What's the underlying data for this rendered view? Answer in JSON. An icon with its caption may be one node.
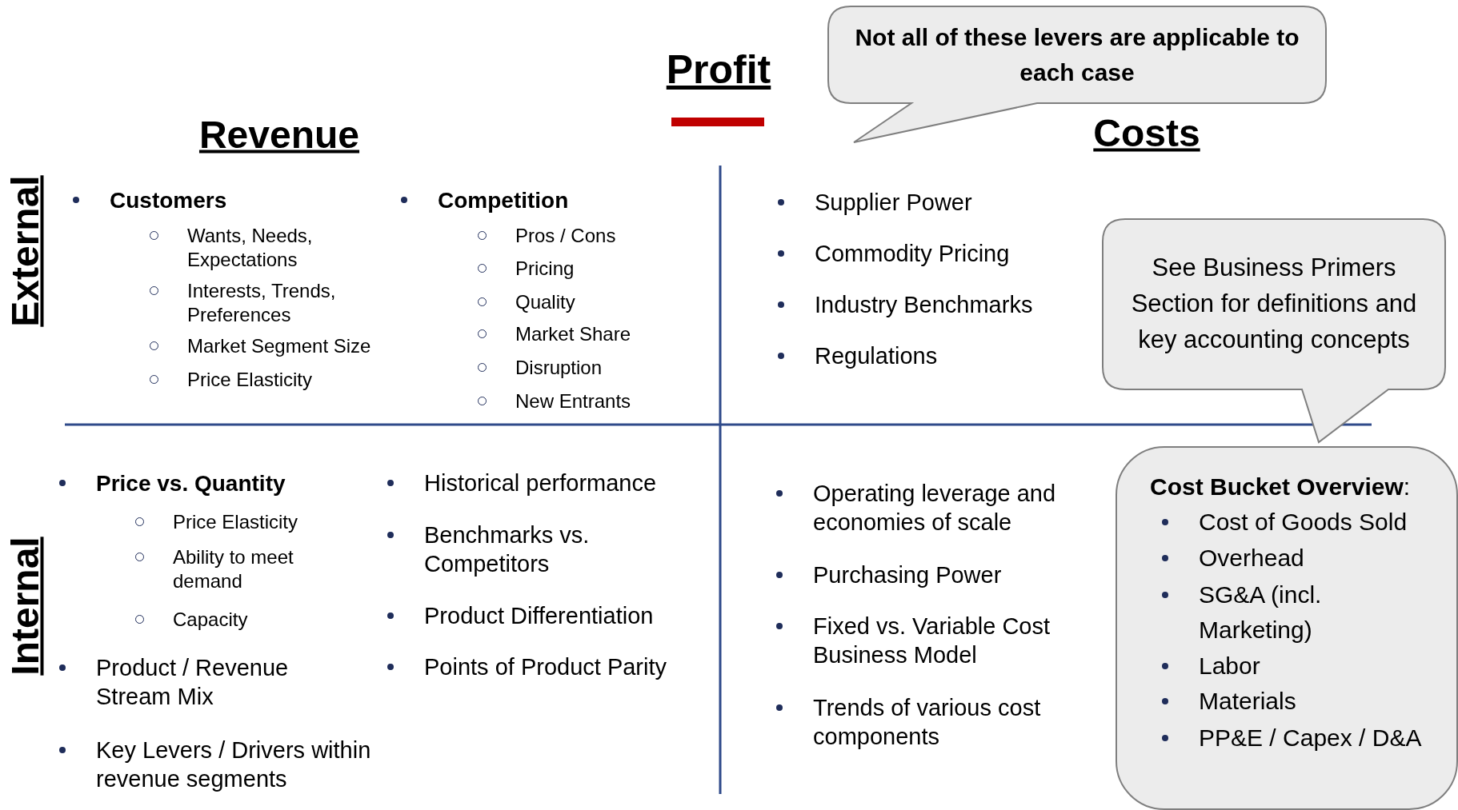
{
  "diagram": {
    "title": "Profit",
    "nodes": [
      {
        "text": [
          "Not all of these levers are applicable to each case"
        ]
      },
      {
        "text": [
          "See Business Primers Section for definitions and key accounting concepts"
        ]
      },
      {
        "text": [
          "**Cost Bucket Overview**:",
          "Cost of Goods Sold",
          "Overhead",
          "SG&A (incl. Marketing)",
          "Labor",
          "Materials",
          "PP&E / Capex / D&A"
        ]
      }
    ],
    "labels": [
      "Revenue",
      "Costs",
      "External",
      "Customers",
      "Wants, Needs, Expectations",
      "Interests, Trends, Preferences",
      "Market Segment Size",
      "Price Elasticity",
      "Competition",
      "Pros / Cons",
      "Pricing",
      "Quality",
      "Market Share",
      "Disruption",
      "New Entrants",
      "Supplier Power",
      "Commodity Pricing",
      "Industry Benchmarks",
      "Regulations",
      "Internal",
      "Price vs. Quantity",
      "Price Elasticity",
      "Ability to meet demand",
      "Capacity",
      "Product / Revenue Stream Mix",
      "Key Levers / Drivers within revenue segments",
      "Historical performance",
      "Benchmarks vs. Competitors",
      "Product Differentiation",
      "Points of Product Parity",
      "Operating leverage and economies of scale",
      "Purchasing Power",
      "Fixed vs. Variable Cost Business Model",
      "Trends of various cost components"
    ]
  }
}
